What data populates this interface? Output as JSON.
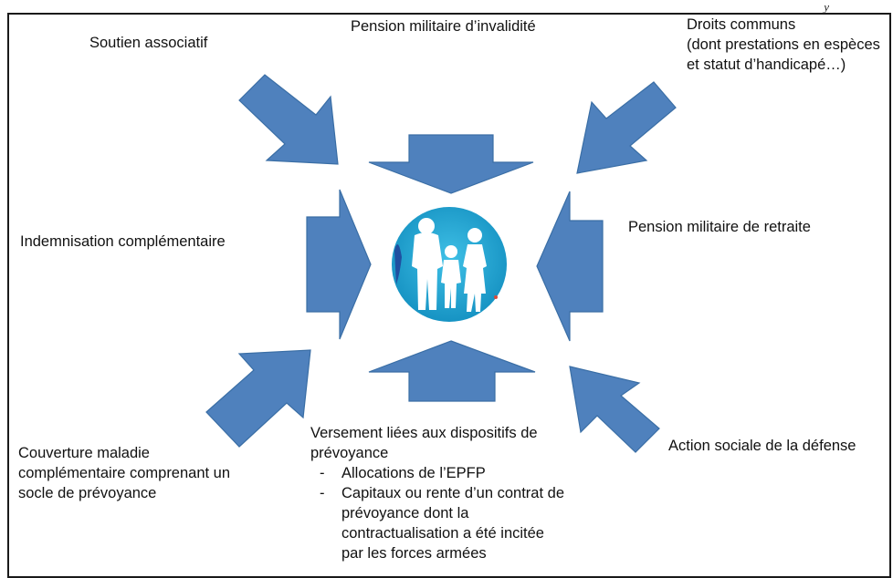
{
  "header": {
    "corner_mark": "y"
  },
  "labels": {
    "soutien": "Soutien associatif",
    "pension_invalidite": "Pension militaire d’invalidité",
    "droits_communs": [
      "Droits communs",
      "(dont prestations en espèces",
      "et statut d’handicapé…)"
    ],
    "indemnisation": "Indemnisation complémentaire",
    "pension_retraite": "Pension militaire de retraite",
    "couverture": [
      "Couverture maladie",
      "complémentaire comprenant un",
      "socle de prévoyance"
    ],
    "versement_title": [
      "Versement liées aux dispositifs de",
      "prévoyance"
    ],
    "versement_items": [
      [
        "Allocations de l’EPFP"
      ],
      [
        "Capitaux ou rente d’un contrat de",
        "prévoyance dont la",
        "contractualisation a été incitée",
        "par les forces armées"
      ]
    ],
    "action_sociale": "Action sociale de la défense"
  },
  "colors": {
    "arrow": "#4f81bd",
    "circle": "#1aa3d0"
  },
  "center_icon": "family-military-silhouette-icon"
}
